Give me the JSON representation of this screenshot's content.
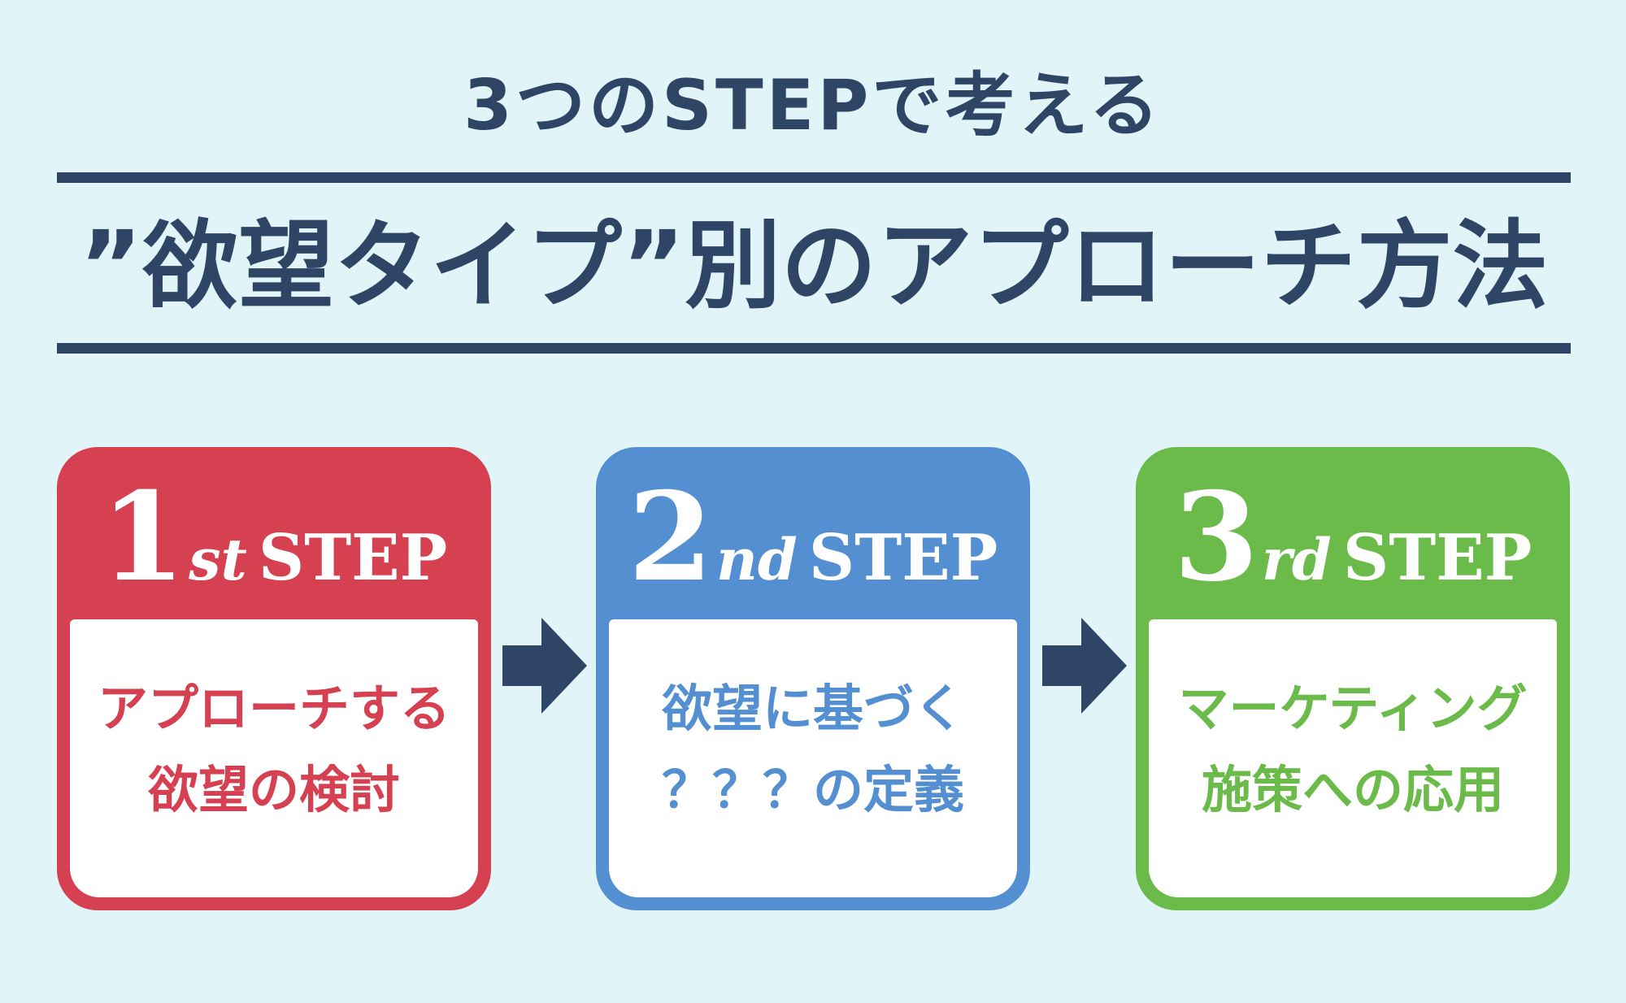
{
  "header": {
    "subtitle": "3つのSTEPで考える",
    "title": "”欲望タイプ”別のアプローチ方法"
  },
  "colors": {
    "background": "#e1f4f7",
    "navy": "#2f4566",
    "red": "#d64152",
    "blue": "#548fd1",
    "green": "#6bbb4a"
  },
  "steps": [
    {
      "number": "1",
      "suffix": "st",
      "word": "STEP",
      "lines": [
        "アプローチする",
        "欲望の検討"
      ]
    },
    {
      "number": "2",
      "suffix": "nd",
      "word": "STEP",
      "lines": [
        "欲望に基づく",
        "？？？の定義"
      ]
    },
    {
      "number": "3",
      "suffix": "rd",
      "word": "STEP",
      "lines": [
        "マーケティング",
        "施策への応用"
      ]
    }
  ],
  "connectors": [
    {
      "icon": "right-arrow-icon"
    },
    {
      "icon": "right-arrow-icon"
    }
  ]
}
